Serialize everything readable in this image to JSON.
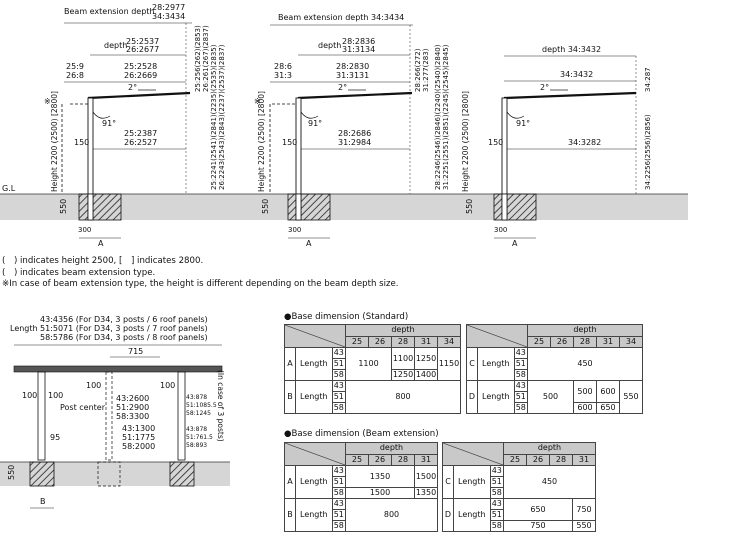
{
  "left_view": {
    "beam_ext_depth": [
      "28:2977",
      "34:3434"
    ],
    "depth_label": "depth",
    "depth_values": [
      "25:2537",
      "26:2677"
    ],
    "beam_a": [
      "25:9",
      "26:8"
    ],
    "beam_b": [
      "25:2528",
      "26:2669"
    ],
    "side_dims": [
      "25:256(262)(2853)",
      "26:261(267)(2837)"
    ],
    "side_dims_low": [
      "25:2241(2541)(2841)(2235)(2535)(2835)",
      "26:2243(2543)(2843)(2237)(2537)(2837)"
    ],
    "roof_angle": "2°",
    "post_angle": "91°",
    "lower": [
      "25:2387",
      "26:2527"
    ],
    "offset_150": "150",
    "height_label": "Height 2200 (2500) [2800]",
    "mark": "※",
    "gl": "G.L",
    "base_550": "550",
    "base_300": "300",
    "a_label": "A"
  },
  "mid_view": {
    "beam_ext_depth": "Beam extension depth 34:3434",
    "depth_label": "depth",
    "depth_values": [
      "28:2836",
      "31:3134"
    ],
    "beam_a": [
      "28:6",
      "31:3"
    ],
    "beam_b": [
      "28:2830",
      "31:3131"
    ],
    "side_dims": [
      "28:266(272)",
      "31:277(283)"
    ],
    "side_dims_low": [
      "28:2246(2546)(2846)(2240)(2540)(2840)",
      "31:2251(2551)(2851)(2245)(2545)(2845)"
    ],
    "roof_angle": "2°",
    "post_angle": "91°",
    "lower": [
      "28:2686",
      "31:2984"
    ],
    "offset_150": "150",
    "height_label": "Height 2200 (2500) [2800]",
    "mark": "※",
    "base_550": "550",
    "base_300": "300",
    "a_label": "A"
  },
  "right_view": {
    "depth_values": [
      "depth 34:3432"
    ],
    "beam_b": [
      "34:3432"
    ],
    "side_dim": "34:287",
    "side_dim_low": "34:2256(2556)(2856)",
    "roof_angle": "2°",
    "post_angle": "91°",
    "lower": "34:3282",
    "offset_150": "150",
    "height_label": "Height 2200 (2500) [2800]",
    "base_550": "550",
    "base_300": "300",
    "a_label": "A"
  },
  "notes": [
    "(　) indicates height 2500, [　] indicates 2800.",
    "(　) indicates beam extension type.",
    "※In case of beam extension type, the height is different depending on the beam depth size."
  ],
  "front_view": {
    "length_prefix": "Length",
    "length_lines": [
      "43:4356 (For D34, 3 posts / 6 roof panels)",
      "51:5071 (For D34, 3 posts / 7 roof panels)",
      "58:5786 (For D34, 3 posts / 8 roof panels)"
    ],
    "d715": "715",
    "hundred": "100",
    "post_center_label": "Post center",
    "post_center": [
      "43:2600",
      "51:2900",
      "58:3300"
    ],
    "lower_center": [
      "43:1300",
      "51:1775",
      "58:2000"
    ],
    "right_small": [
      "43:878",
      "51:1085.5",
      "58:1245"
    ],
    "right_small_low": [
      "43:878",
      "51:761.5",
      "58:893"
    ],
    "three_posts": "(In case of 3 posts)",
    "d95": "95",
    "d550": "550",
    "b_label": "B"
  },
  "standard": {
    "title": "●Base dimension (Standard)",
    "depth_header": "depth",
    "depths": [
      "25",
      "26",
      "28",
      "31",
      "34"
    ],
    "length_label": "Length",
    "lengths": [
      "43",
      "51",
      "58"
    ],
    "a_label": "A",
    "b_label": "B",
    "c_label": "C",
    "d_label": "D",
    "a_vals": [
      "1100",
      "1100",
      "1250",
      "1250",
      "1400",
      "1150"
    ],
    "b_val": "800",
    "c_val": "450",
    "d_vals": [
      "500",
      "500",
      "600",
      "600",
      "650",
      "550"
    ]
  },
  "extension": {
    "title": "●Base dimension (Beam extension)",
    "depth_header": "depth",
    "depths": [
      "25",
      "26",
      "28",
      "31"
    ],
    "length_label": "Length",
    "lengths": [
      "43",
      "51",
      "58"
    ],
    "a_label": "A",
    "b_label": "B",
    "c_label": "C",
    "d_label": "D",
    "a_vals": [
      "1350",
      "1500",
      "1500",
      "1350"
    ],
    "b_val": "800",
    "c_val": "450",
    "d_vals": [
      "650",
      "750",
      "750",
      "550"
    ]
  }
}
